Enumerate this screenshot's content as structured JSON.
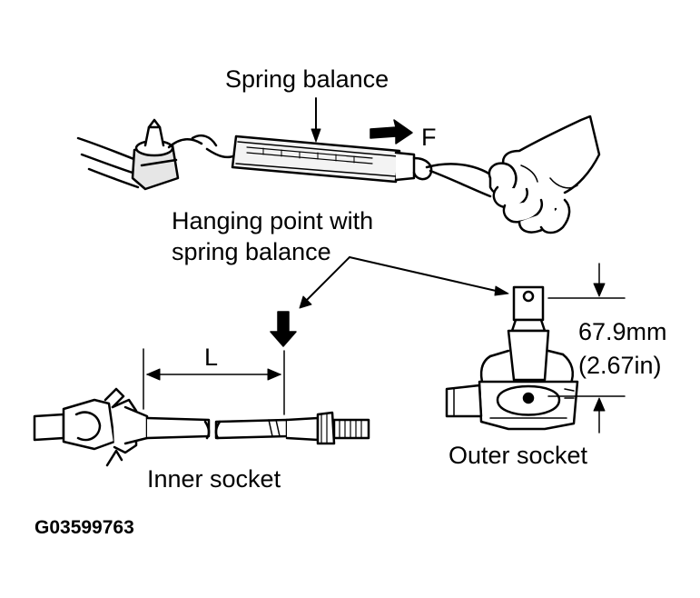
{
  "labels": {
    "spring_balance": "Spring balance",
    "force": "F",
    "hanging_point_line1": "Hanging point with",
    "hanging_point_line2": "spring balance",
    "length": "L",
    "inner_socket": "Inner socket",
    "outer_socket": "Outer socket",
    "dimension_mm": "67.9mm",
    "dimension_in": "(2.67in)",
    "figure_code": "G03599763"
  },
  "colors": {
    "ink": "#000000",
    "paper": "#ffffff",
    "fill": "#d9d9d9"
  }
}
